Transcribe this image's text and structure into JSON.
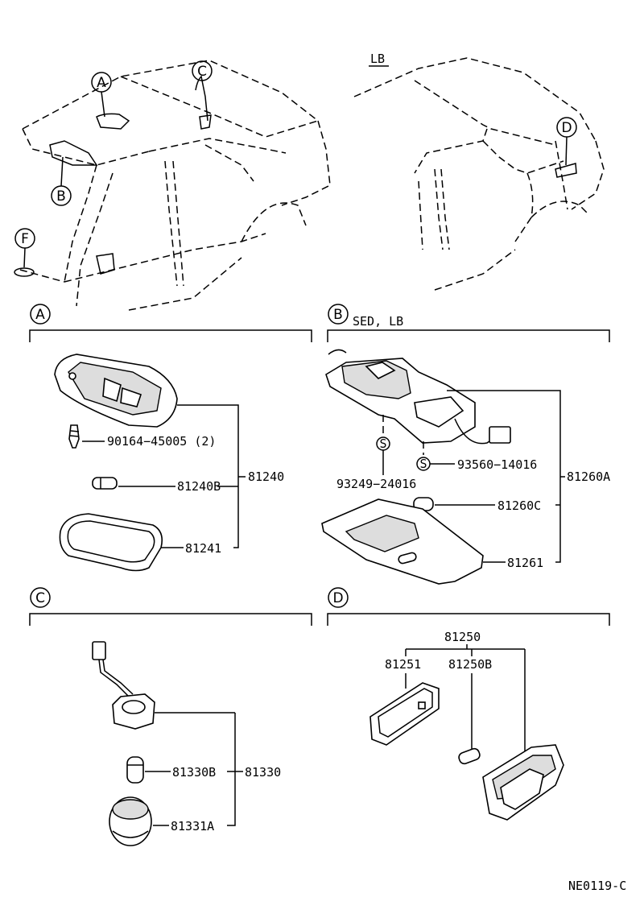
{
  "callouts": {
    "a": "A",
    "b": "B",
    "c": "C",
    "d": "D",
    "f": "F"
  },
  "car_variant_lb": "LB",
  "section_a": {
    "circle": "A",
    "screw": "90164−45005 (2)",
    "bulb": "81240B",
    "assembly": "81240",
    "lens": "81241"
  },
  "section_b": {
    "circle": "B",
    "variant": "SED, LB",
    "s_marker": "S",
    "screw_left": "93249−24016",
    "screw_right": "93560−14016",
    "bulb": "81260C",
    "assembly": "81260A",
    "lens": "81261"
  },
  "section_c": {
    "circle": "C",
    "bulb": "81330B",
    "assembly": "81330",
    "lens": "81331A"
  },
  "section_d": {
    "circle": "D",
    "assembly": "81250",
    "lens": "81251",
    "bulb": "81250B"
  },
  "footer_code": "NE0119-C",
  "colors": {
    "ink": "#000000",
    "paper": "#ffffff"
  }
}
